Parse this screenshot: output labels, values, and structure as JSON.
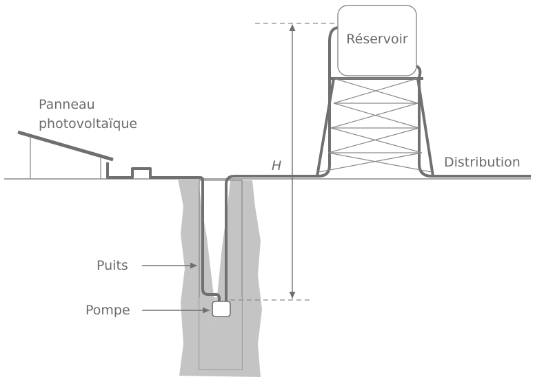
{
  "diagram": {
    "labels": {
      "panel_line1": "Panneau",
      "panel_line2": "photovoltaïque",
      "reservoir": "Réservoir",
      "distribution": "Distribution",
      "height": "H",
      "well": "Puits",
      "pump": "Pompe"
    },
    "colors": {
      "pipe": "#707070",
      "well_fill": "#c4c4c4",
      "line": "#8a8a8a",
      "text": "#6b6b6b",
      "background": "#ffffff"
    }
  }
}
